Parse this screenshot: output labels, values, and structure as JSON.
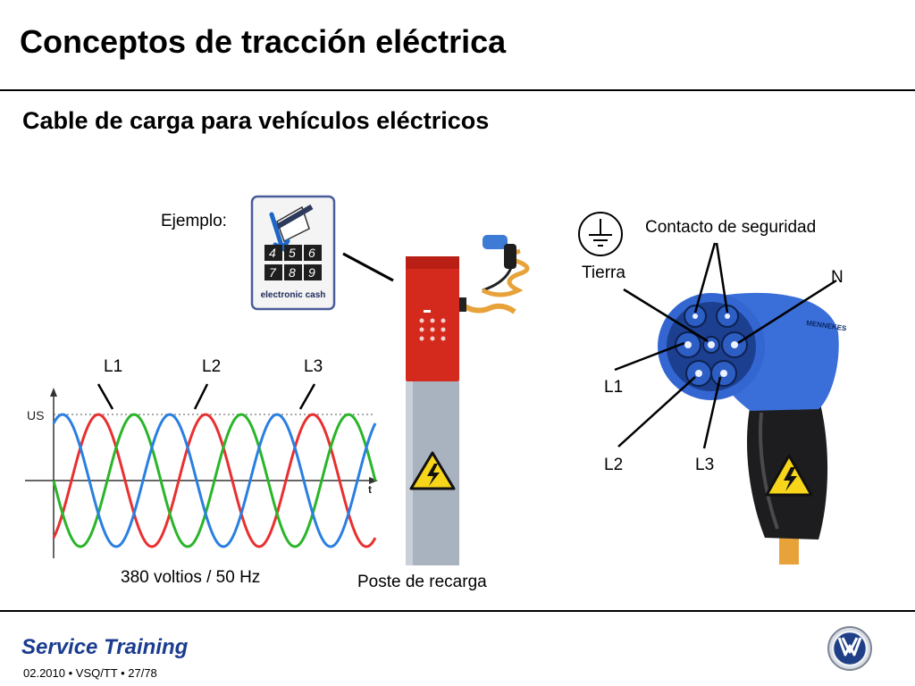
{
  "header": {
    "title": "Conceptos de tracción eléctrica"
  },
  "section": {
    "subtitle": "Cable de carga para vehículos eléctricos"
  },
  "diagram": {
    "example_label": "Ejemplo:",
    "card": {
      "keys": [
        "4",
        "5",
        "6",
        "7",
        "8",
        "9"
      ],
      "caption": "electronic cash"
    },
    "waveform": {
      "phase_labels": [
        "L1",
        "L2",
        "L3"
      ],
      "y_axis_label": "US",
      "x_axis_label": "t",
      "caption": "380 voltios / 50 Hz",
      "colors": {
        "L1": "#e83030",
        "L2": "#2ab52a",
        "L3": "#2a7fe0"
      }
    },
    "station": {
      "caption": "Poste de recarga",
      "color": "#d42a1e"
    },
    "plug": {
      "labels": {
        "contacto": "Contacto de seguridad",
        "tierra": "Tierra",
        "n": "N",
        "l1": "L1",
        "l2": "L2",
        "l3": "L3"
      },
      "brand": "MENNEKES",
      "color": "#3a6ed8"
    }
  },
  "footer": {
    "brand": "Service Training",
    "meta": "02.2010 • VSQ/TT • 27/78",
    "logo": "vw-logo-icon"
  }
}
